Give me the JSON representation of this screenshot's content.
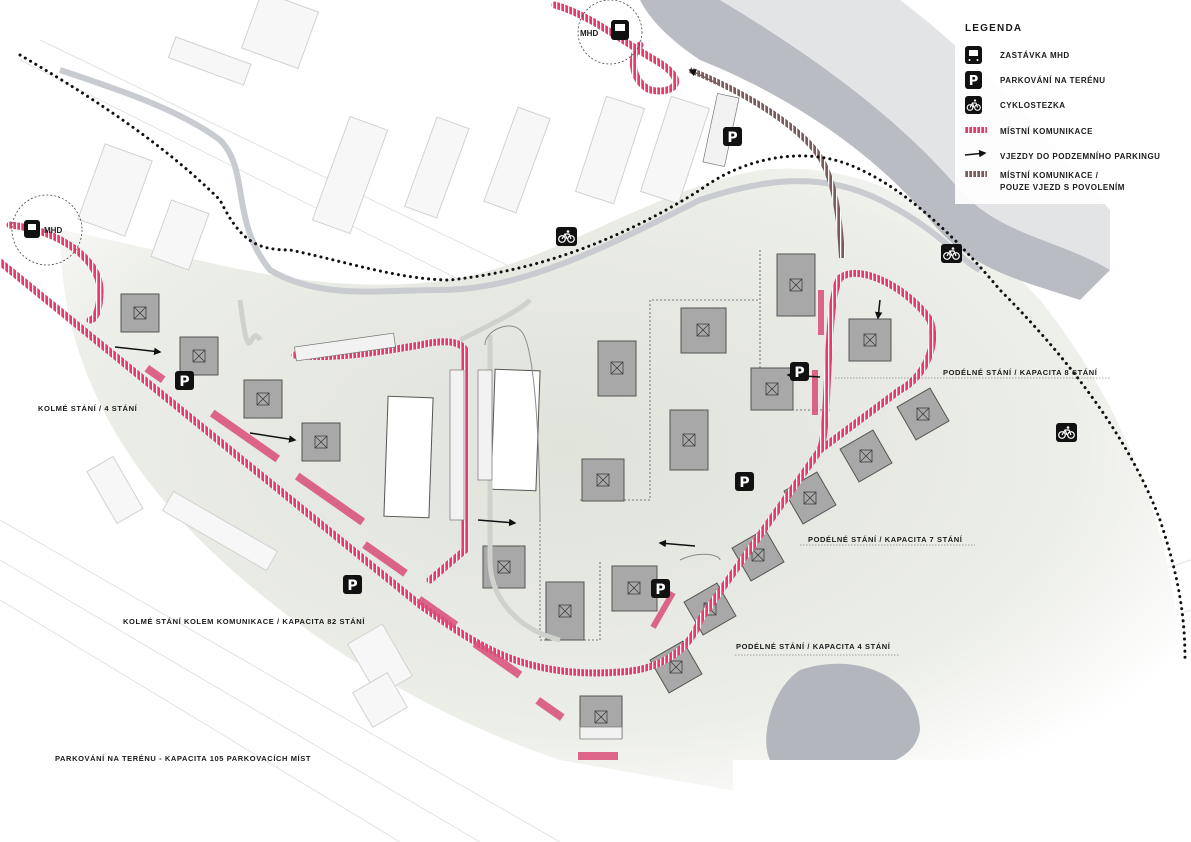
{
  "legend": {
    "title": "LEGENDA",
    "items": [
      {
        "icon": "bus-stop-icon",
        "label": "ZASTÁVKA MHD"
      },
      {
        "icon": "parking-icon",
        "label": "PARKOVÁNÍ NA TERÉNU"
      },
      {
        "icon": "bicycle-icon",
        "label": "CYKLOSTEZKA"
      },
      {
        "icon": "local-road-swatch",
        "label": "MÍSTNÍ KOMUNIKACE"
      },
      {
        "icon": "arrow-icon",
        "label": "VJEZDY DO PODZEMNÍHO PARKINGU"
      },
      {
        "icon": "restricted-road-swatch",
        "label": "MÍSTNÍ KOMUNIKACE /",
        "label2": "POUZE VJEZD S POVOLENÍM"
      }
    ]
  },
  "stops": {
    "label": "MHD"
  },
  "parking_symbol": "P",
  "annotations": {
    "kolme4": "KOLMÉ STÁNÍ / 4 STÁNÍ",
    "kolme82": "KOLMÉ STÁNÍ KOLEM KOMUNIKACE  / KAPACITA  82 STÁNÍ",
    "podelne8": "PODÉLNÉ STÁNÍ  / KAPACITA  8 STÁNÍ",
    "podelne7": "PODÉLNÉ STÁNÍ  / KAPACITA  7 STÁNÍ",
    "podelne4": "PODÉLNÉ STÁNÍ  / KAPACITA  4 STÁNÍ",
    "summary": "PARKOVÁNÍ NA TERÉNU - KAPACITA 105 PARKOVACÍCH MÍST"
  },
  "colors": {
    "road": "#e8396b",
    "restricted_road": "#7a5a5a",
    "water": "#b9bcc2",
    "green": "#e6e9e2",
    "building": "#a8a8a8"
  }
}
